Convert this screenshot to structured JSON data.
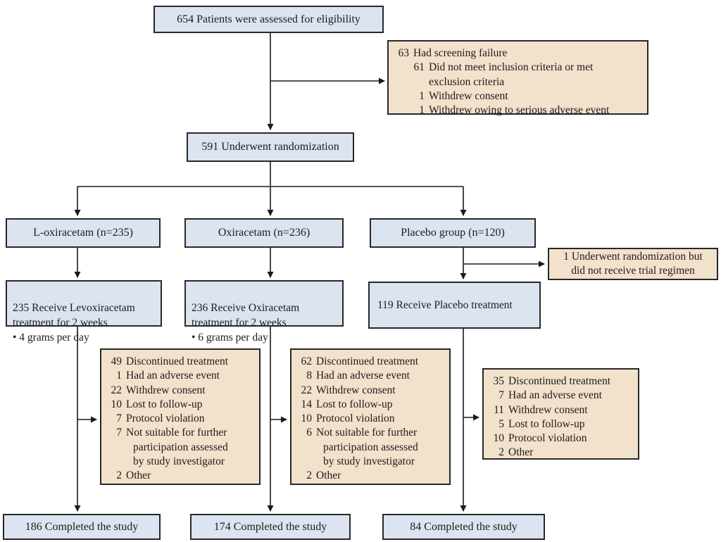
{
  "colors": {
    "box_blue": "#dbe4f0",
    "box_tan": "#f2e1cb",
    "border": "#282828",
    "line": "#1a1a1a",
    "background": "#ffffff"
  },
  "boxes": {
    "eligibility": {
      "text": "654 Patients were assessed for eligibility"
    },
    "screening_failure": {
      "items": [
        {
          "num": "63",
          "text": "Had screening failure",
          "indent": 0
        },
        {
          "num": "61",
          "text": "Did not meet inclusion criteria or met",
          "indent": 1
        },
        {
          "num": "",
          "text": "exclusion criteria",
          "indent": 2
        },
        {
          "num": "1",
          "text": "Withdrew consent",
          "indent": 1
        },
        {
          "num": "1",
          "text": "Withdrew owing to serious adverse event",
          "indent": 1
        }
      ]
    },
    "randomization": {
      "text": "591 Underwent randomization"
    },
    "arms": {
      "loxiracetam": {
        "text": "L-oxiracetam (n=235)"
      },
      "oxiracetam": {
        "text": "Oxiracetam (n=236)"
      },
      "placebo": {
        "text": "Placebo group (n=120)"
      }
    },
    "not_received": {
      "text": "1 Underwent randomization but\ndid not receive trial regimen"
    },
    "treatment": {
      "loxiracetam": {
        "text": "235 Receive Levoxiracetam\ntreatment for 2 weeks\n• 4 grams per day"
      },
      "oxiracetam": {
        "text": "236 Receive Oxiracetam\ntreatment for 2 weeks\n• 6 grams per day"
      },
      "placebo": {
        "text": "119 Receive Placebo treatment"
      }
    },
    "discontinued_loxiracetam": {
      "items": [
        {
          "num": "49",
          "text": "Discontinued treatment",
          "indent": 0
        },
        {
          "num": "1",
          "text": "Had an adverse event",
          "indent": 0
        },
        {
          "num": "22",
          "text": "Withdrew consent",
          "indent": 0
        },
        {
          "num": "10",
          "text": "Lost to follow-up",
          "indent": 0
        },
        {
          "num": "7",
          "text": "Protocol violation",
          "indent": 0
        },
        {
          "num": "7",
          "text": "Not suitable for further",
          "indent": 0
        },
        {
          "num": "",
          "text": "participation assessed",
          "indent": 2
        },
        {
          "num": "",
          "text": "by study investigator",
          "indent": 2
        },
        {
          "num": "2",
          "text": "Other",
          "indent": 0
        }
      ]
    },
    "discontinued_oxiracetam": {
      "items": [
        {
          "num": "62",
          "text": "Discontinued treatment",
          "indent": 0
        },
        {
          "num": "8",
          "text": "Had an adverse event",
          "indent": 0
        },
        {
          "num": "22",
          "text": "Withdrew consent",
          "indent": 0
        },
        {
          "num": "14",
          "text": "Lost to follow-up",
          "indent": 0
        },
        {
          "num": "10",
          "text": "Protocol violation",
          "indent": 0
        },
        {
          "num": "6",
          "text": "Not suitable for further",
          "indent": 0
        },
        {
          "num": "",
          "text": "participation assessed",
          "indent": 2
        },
        {
          "num": "",
          "text": "by study investigator",
          "indent": 2
        },
        {
          "num": "2",
          "text": "Other",
          "indent": 0
        }
      ]
    },
    "discontinued_placebo": {
      "items": [
        {
          "num": "35",
          "text": "Discontinued treatment",
          "indent": 0
        },
        {
          "num": "7",
          "text": "Had an adverse event",
          "indent": 0
        },
        {
          "num": "11",
          "text": "Withdrew consent",
          "indent": 0
        },
        {
          "num": "5",
          "text": "Lost to follow-up",
          "indent": 0
        },
        {
          "num": "10",
          "text": "Protocol violation",
          "indent": 0
        },
        {
          "num": "2",
          "text": "Other",
          "indent": 0
        }
      ]
    },
    "completed": {
      "loxiracetam": {
        "text": "186 Completed the study"
      },
      "oxiracetam": {
        "text": "174 Completed the study"
      },
      "placebo": {
        "text": "84 Completed the study"
      }
    }
  }
}
